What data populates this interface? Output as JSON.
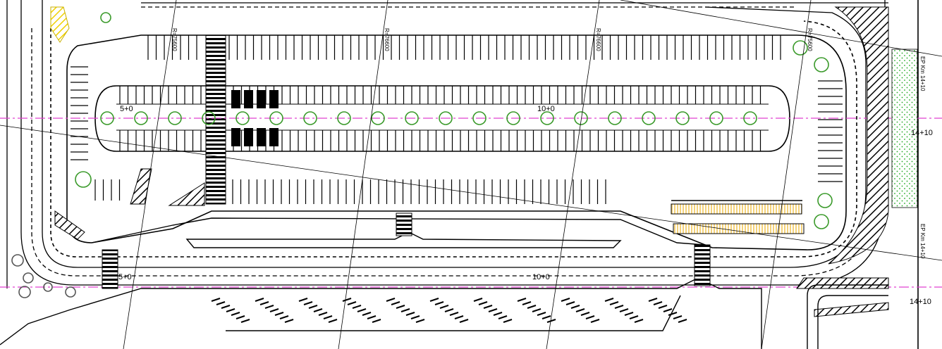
{
  "drawing": {
    "stations": {
      "upper_left": "5+0",
      "upper_mid": "10+0",
      "lower_left": "5+0",
      "lower_mid": "10+0",
      "right_upper": "14+10",
      "right_lower": "14+10"
    },
    "grid_labels": [
      "R=75600",
      "R=76600",
      "R=76600",
      "R=75600"
    ],
    "kilometer_marks": [
      "EP Km 14+10",
      "EP Km 14+10"
    ]
  },
  "colors": {
    "centerline": "#e040d0",
    "tree": "#3a9a2a",
    "landscape_dots": "#22aa22",
    "hatch_yellow": "#f0d000",
    "crosswalk_yellow": "#f4d27a",
    "ink": "#000000"
  }
}
